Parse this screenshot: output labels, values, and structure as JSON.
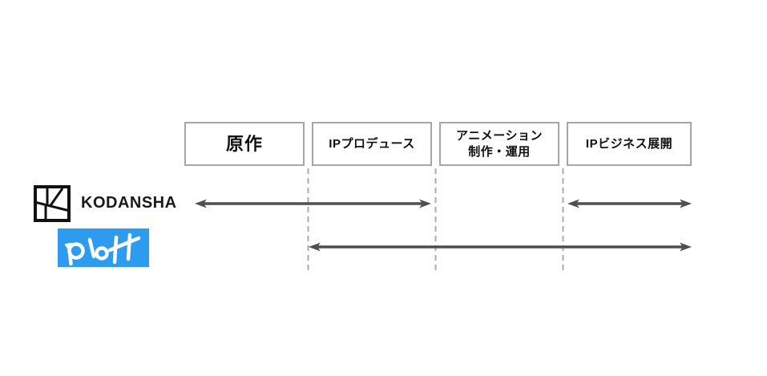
{
  "columns": [
    {
      "label": "原作"
    },
    {
      "label": "IPプロデュース"
    },
    {
      "label": "アニメーション\n制作・運用"
    },
    {
      "label": "IPビジネス展開"
    }
  ],
  "companies": [
    {
      "name": "KODANSHA"
    },
    {
      "name": "Plott"
    }
  ],
  "coverage": [
    {
      "company": "KODANSHA",
      "columns": [
        "原作",
        "IPプロデュース"
      ],
      "arrow": "double-headed"
    },
    {
      "company": "KODANSHA",
      "columns": [
        "IPビジネス展開"
      ],
      "arrow": "double-headed"
    },
    {
      "company": "Plott",
      "columns": [
        "IPプロデュース",
        "アニメーション制作・運用",
        "IPビジネス展開"
      ],
      "arrow": "double-headed"
    }
  ],
  "colors": {
    "background": "#FFFFFF",
    "plott_blue": "#2D9CF0",
    "arrow_gray": "#4F4F4F",
    "box_border_gray": "#A6A6A6",
    "dashed_line_gray": "#ABABAB",
    "text_black": "#111111"
  }
}
